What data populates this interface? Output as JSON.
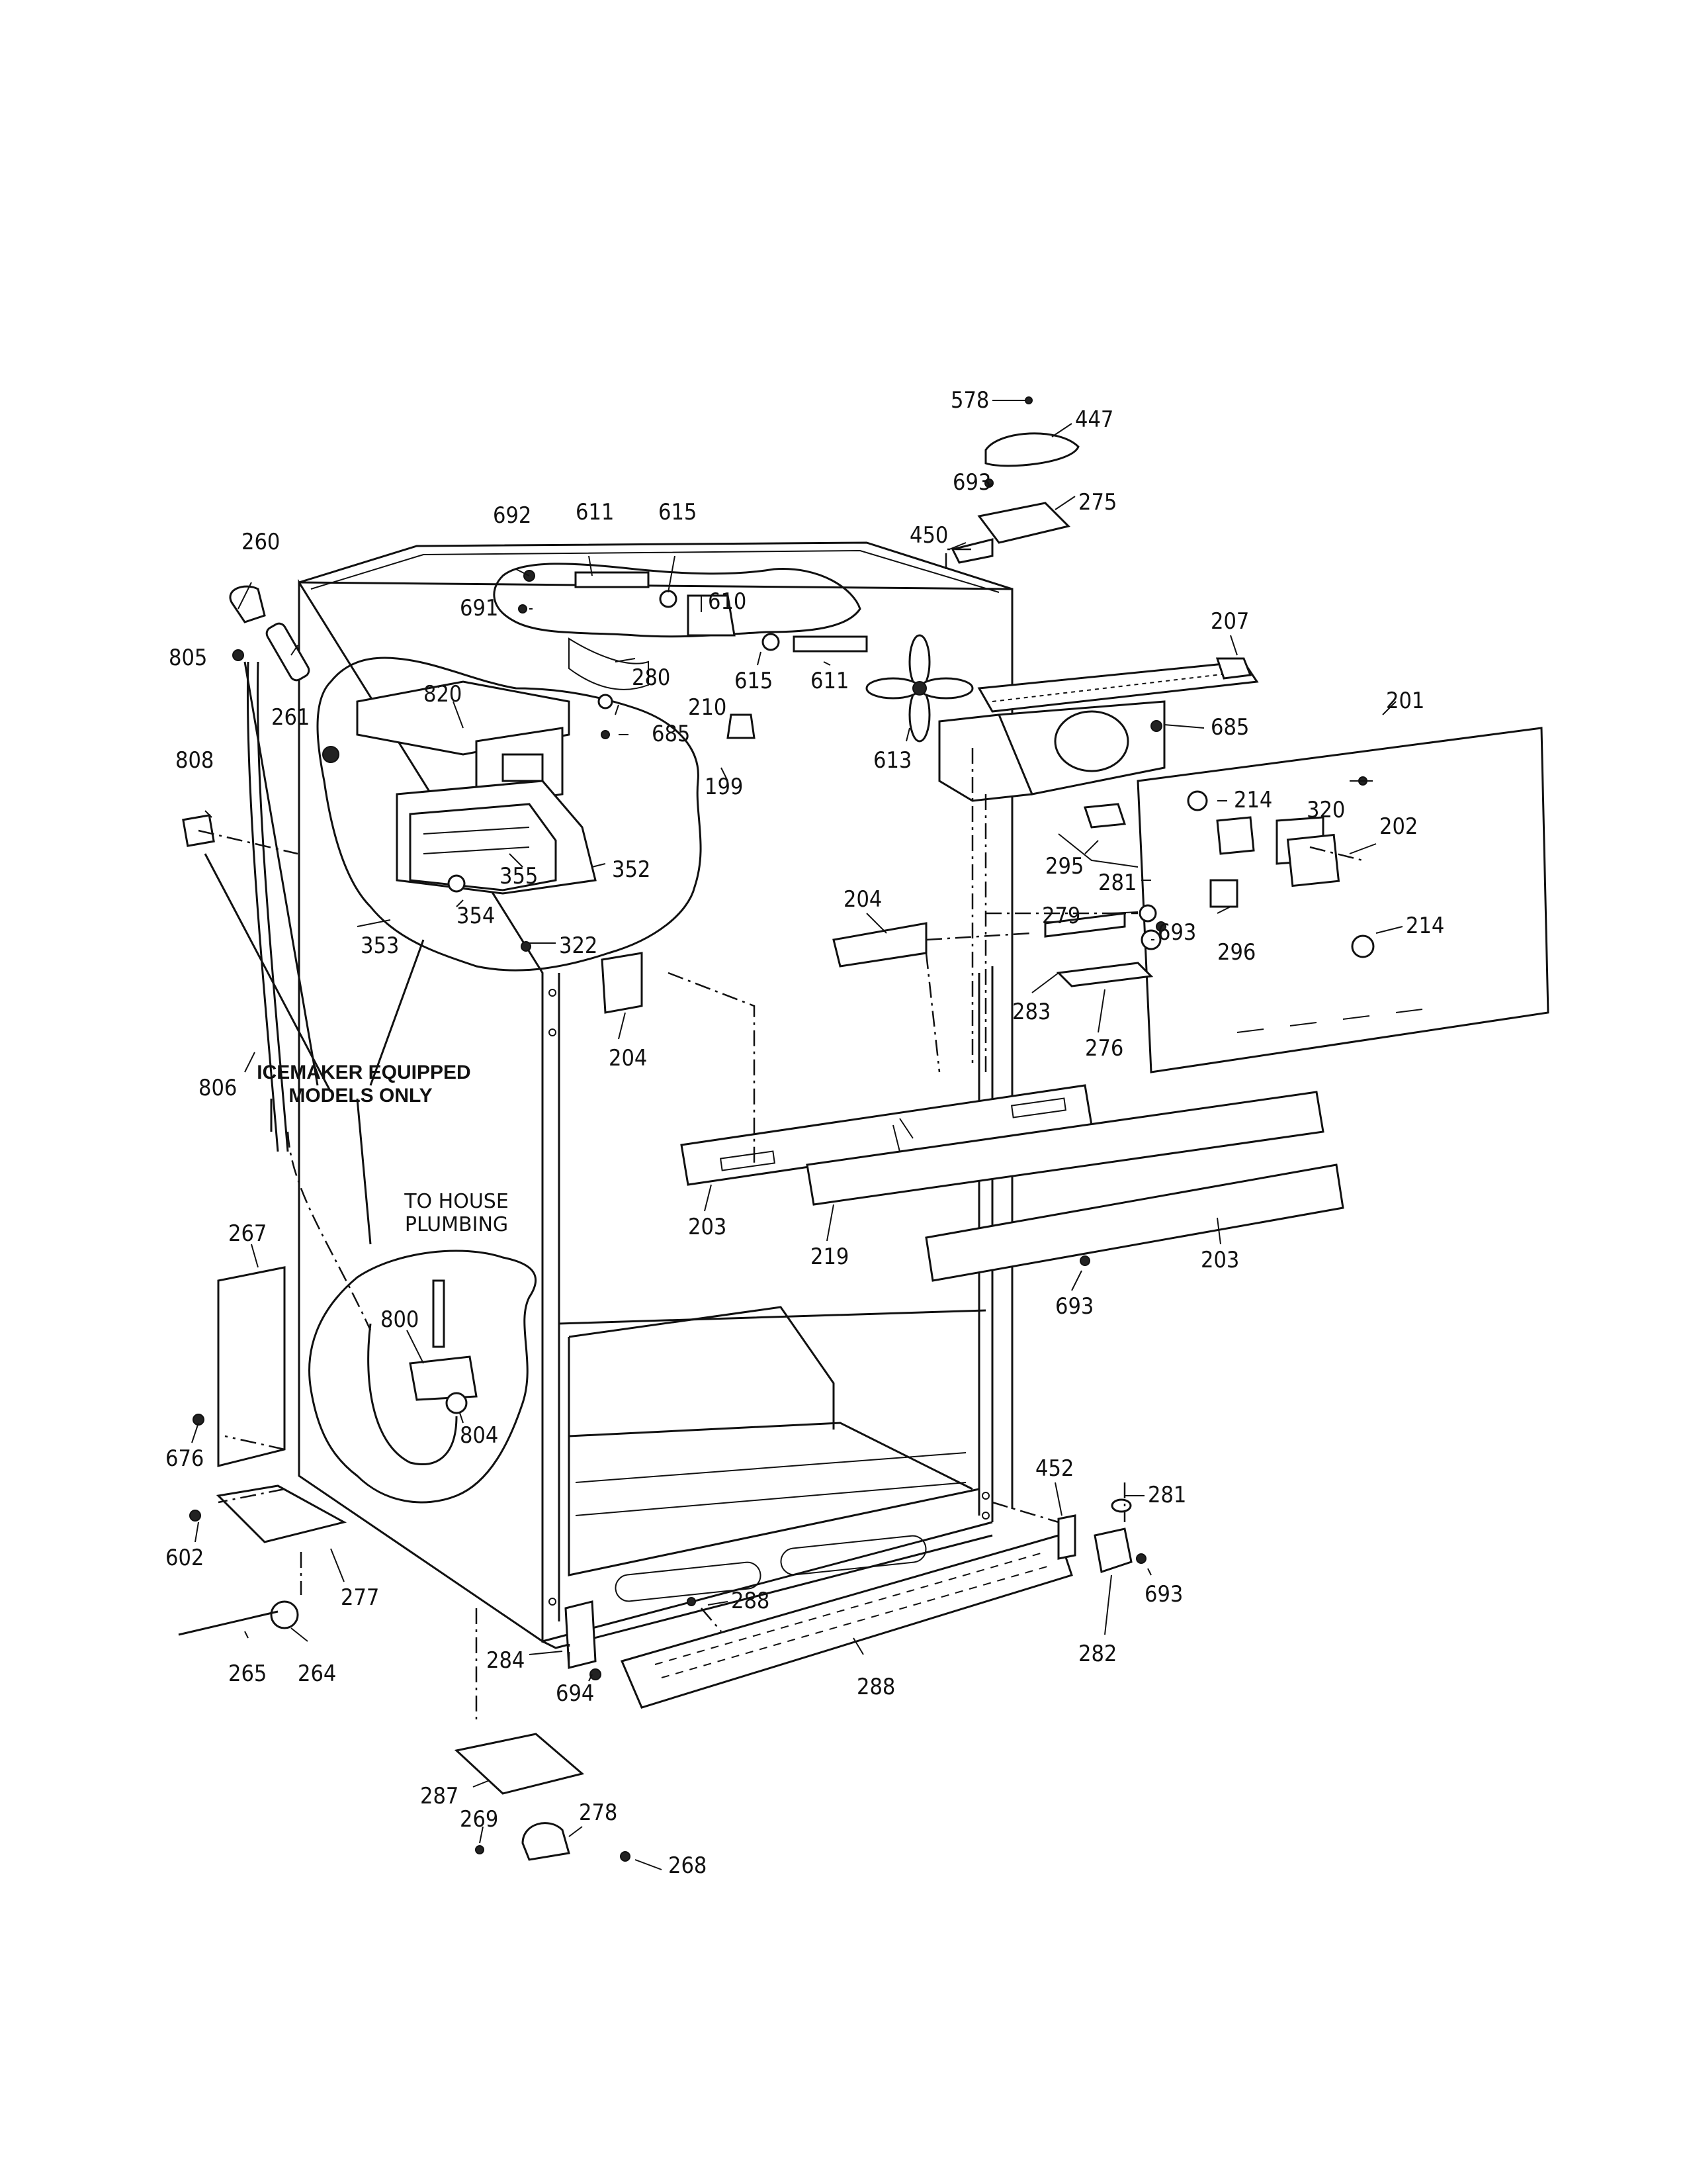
{
  "callouts": [
    {
      "id": "578",
      "text": "578"
    },
    {
      "id": "447",
      "text": "447"
    },
    {
      "id": "693a",
      "text": "693"
    },
    {
      "id": "275",
      "text": "275"
    },
    {
      "id": "450",
      "text": "450"
    },
    {
      "id": "207",
      "text": "207"
    },
    {
      "id": "260",
      "text": "260"
    },
    {
      "id": "692",
      "text": "692"
    },
    {
      "id": "611a",
      "text": "611"
    },
    {
      "id": "615a",
      "text": "615"
    },
    {
      "id": "691",
      "text": "691"
    },
    {
      "id": "610",
      "text": "610"
    },
    {
      "id": "805",
      "text": "805"
    },
    {
      "id": "261",
      "text": "261"
    },
    {
      "id": "280",
      "text": "280"
    },
    {
      "id": "615b",
      "text": "615"
    },
    {
      "id": "611b",
      "text": "611"
    },
    {
      "id": "820",
      "text": "820"
    },
    {
      "id": "210",
      "text": "210"
    },
    {
      "id": "685a",
      "text": "685"
    },
    {
      "id": "201",
      "text": "201"
    },
    {
      "id": "808",
      "text": "808"
    },
    {
      "id": "685b",
      "text": "685"
    },
    {
      "id": "199",
      "text": "199"
    },
    {
      "id": "613",
      "text": "613"
    },
    {
      "id": "214a",
      "text": "214"
    },
    {
      "id": "320",
      "text": "320"
    },
    {
      "id": "202",
      "text": "202"
    },
    {
      "id": "355",
      "text": "355"
    },
    {
      "id": "352",
      "text": "352"
    },
    {
      "id": "204a",
      "text": "204"
    },
    {
      "id": "295",
      "text": "295"
    },
    {
      "id": "281a",
      "text": "281"
    },
    {
      "id": "353",
      "text": "353"
    },
    {
      "id": "354",
      "text": "354"
    },
    {
      "id": "279",
      "text": "279"
    },
    {
      "id": "693b",
      "text": "693"
    },
    {
      "id": "214b",
      "text": "214"
    },
    {
      "id": "296",
      "text": "296"
    },
    {
      "id": "322",
      "text": "322"
    },
    {
      "id": "283",
      "text": "283"
    },
    {
      "id": "276",
      "text": "276"
    },
    {
      "id": "204b",
      "text": "204"
    },
    {
      "id": "806",
      "text": "806"
    },
    {
      "id": "203a",
      "text": "203"
    },
    {
      "id": "219",
      "text": "219"
    },
    {
      "id": "203b",
      "text": "203"
    },
    {
      "id": "693c",
      "text": "693"
    },
    {
      "id": "267",
      "text": "267"
    },
    {
      "id": "800",
      "text": "800"
    },
    {
      "id": "804",
      "text": "804"
    },
    {
      "id": "676",
      "text": "676"
    },
    {
      "id": "452",
      "text": "452"
    },
    {
      "id": "281b",
      "text": "281"
    },
    {
      "id": "602",
      "text": "602"
    },
    {
      "id": "277",
      "text": "277"
    },
    {
      "id": "288a",
      "text": "288"
    },
    {
      "id": "693d",
      "text": "693"
    },
    {
      "id": "282",
      "text": "282"
    },
    {
      "id": "284",
      "text": "284"
    },
    {
      "id": "694",
      "text": "694"
    },
    {
      "id": "265",
      "text": "265"
    },
    {
      "id": "264",
      "text": "264"
    },
    {
      "id": "288b",
      "text": "288"
    },
    {
      "id": "287",
      "text": "287"
    },
    {
      "id": "278",
      "text": "278"
    },
    {
      "id": "269",
      "text": "269"
    },
    {
      "id": "268",
      "text": "268"
    }
  ],
  "notes": {
    "icemaker_line1": "ICEMAKER EQUIPPED",
    "icemaker_line2": "MODELS ONLY",
    "plumbing_line1": "TO HOUSE",
    "plumbing_line2": "PLUMBING"
  }
}
